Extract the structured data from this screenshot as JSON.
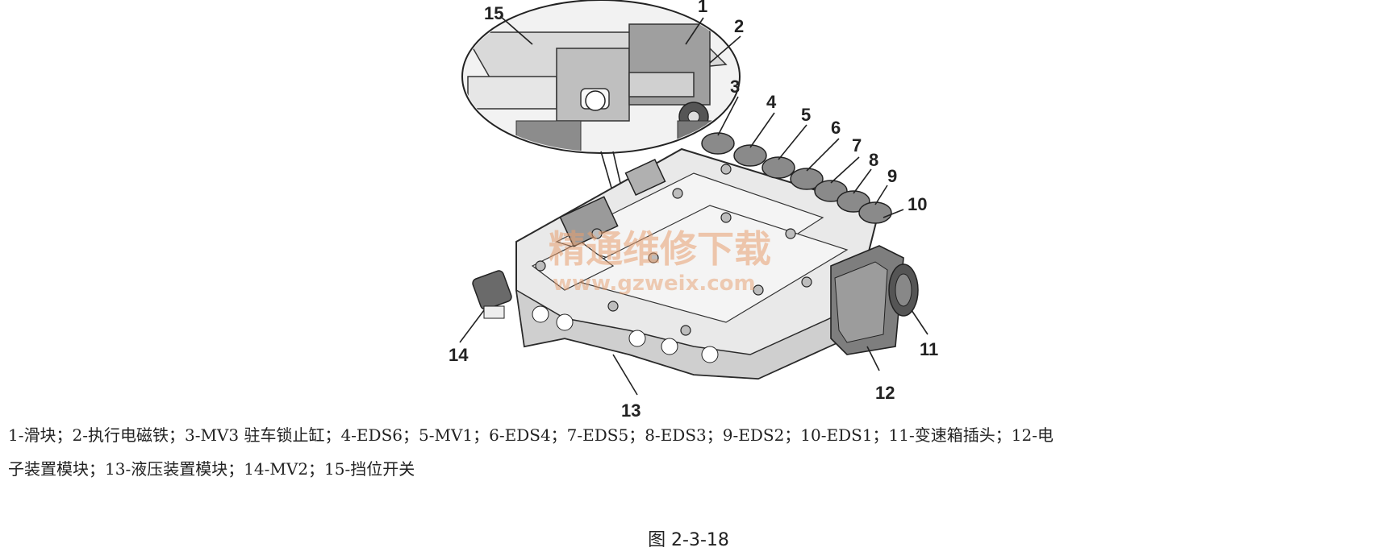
{
  "callouts": {
    "c1": "1",
    "c2": "2",
    "c3": "3",
    "c4": "4",
    "c5": "5",
    "c6": "6",
    "c7": "7",
    "c8": "8",
    "c9": "9",
    "c10": "10",
    "c11": "11",
    "c12": "12",
    "c13": "13",
    "c14": "14",
    "c15": "15"
  },
  "watermark": {
    "title": "精通维修下载",
    "url": "www.gzweix.com"
  },
  "caption": {
    "line1": "1-滑块；2-执行电磁铁；3-MV3 驻车锁止缸；4-EDS6；5-MV1；6-EDS4；7-EDS5；8-EDS3；9-EDS2；10-EDS1；11-变速箱插头；12-电",
    "line2": "子装置模块；13-液压装置模块；14-MV2；15-挡位开关"
  },
  "figure_label": "图 2-3-18"
}
